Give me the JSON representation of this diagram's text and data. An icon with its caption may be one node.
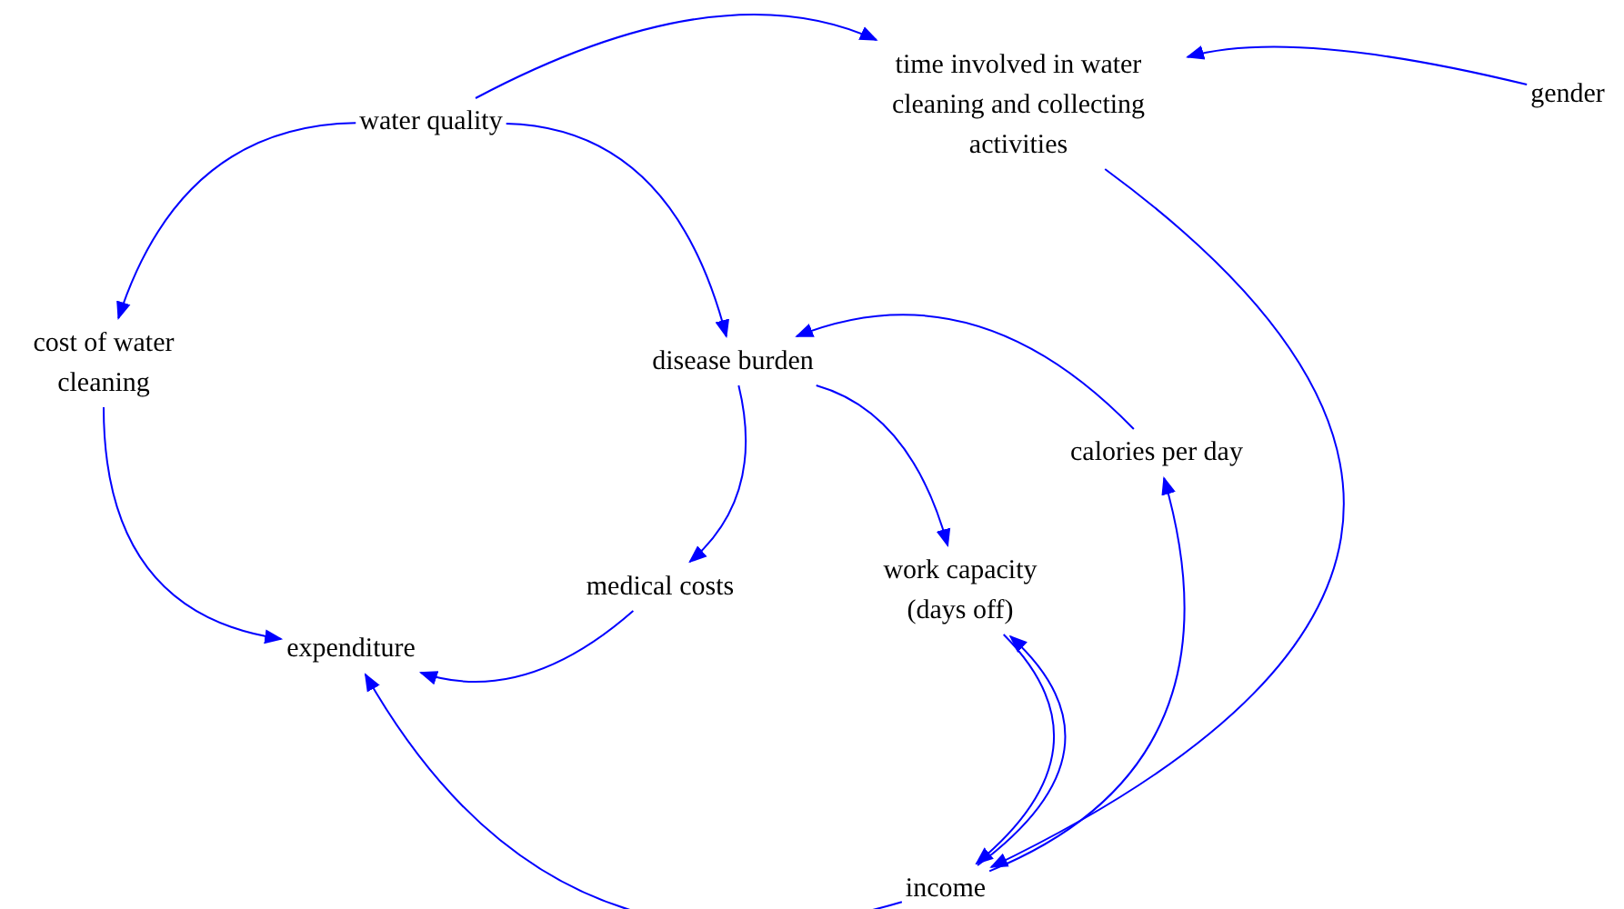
{
  "diagram": {
    "nodes": [
      {
        "text": [
          "water quality"
        ]
      },
      {
        "text": [
          "time involved in water cleaning and collecting activities"
        ]
      },
      {
        "text": [
          "gender"
        ]
      },
      {
        "text": [
          "cost of water cleaning"
        ]
      },
      {
        "text": [
          "disease burden"
        ]
      },
      {
        "text": [
          "calories per day"
        ]
      },
      {
        "text": [
          "medical costs"
        ]
      },
      {
        "text": [
          "work capacity (days off)"
        ]
      },
      {
        "text": [
          "expenditure"
        ]
      },
      {
        "text": [
          "income"
        ]
      }
    ],
    "edges": [
      {
        "from": 0,
        "to": 1,
        "arrow": "to"
      },
      {
        "from": 2,
        "to": 1,
        "arrow": "to"
      },
      {
        "from": 0,
        "to": 3,
        "arrow": "to"
      },
      {
        "from": 0,
        "to": 4,
        "arrow": "to"
      },
      {
        "from": 1,
        "to": 9,
        "arrow": "to"
      },
      {
        "from": 5,
        "to": 4,
        "arrow": "to"
      },
      {
        "from": 4,
        "to": 6,
        "arrow": "to"
      },
      {
        "from": 4,
        "to": 7,
        "arrow": "to"
      },
      {
        "from": 3,
        "to": 8,
        "arrow": "to"
      },
      {
        "from": 6,
        "to": 8,
        "arrow": "to"
      },
      {
        "from": 9,
        "to": 8,
        "arrow": "to"
      },
      {
        "from": 9,
        "to": 7,
        "arrow": "to"
      },
      {
        "from": 7,
        "to": 9,
        "arrow": "to"
      },
      {
        "from": 9,
        "to": 5,
        "arrow": "to"
      }
    ]
  }
}
